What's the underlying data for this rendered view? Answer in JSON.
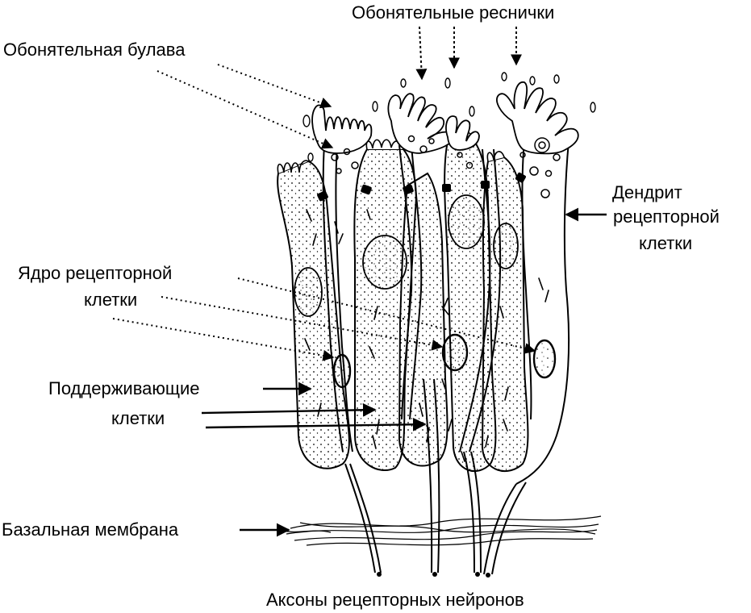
{
  "labels": {
    "olfactory_cilia": "Обонятельные реснички",
    "olfactory_knob": "Обонятельная булава",
    "dendrite_line1": "Дендрит",
    "dendrite_line2": "рецепторной",
    "dendrite_line3": "клетки",
    "nucleus_line1": "Ядро рецепторной",
    "nucleus_line2": "клетки",
    "support_line1": "Поддерживающие",
    "support_line2": "клетки",
    "basal_membrane": "Базальная мембрана",
    "axons": "Аксоны рецепторных нейронов"
  },
  "colors": {
    "ink": "#000000",
    "background": "#ffffff"
  }
}
